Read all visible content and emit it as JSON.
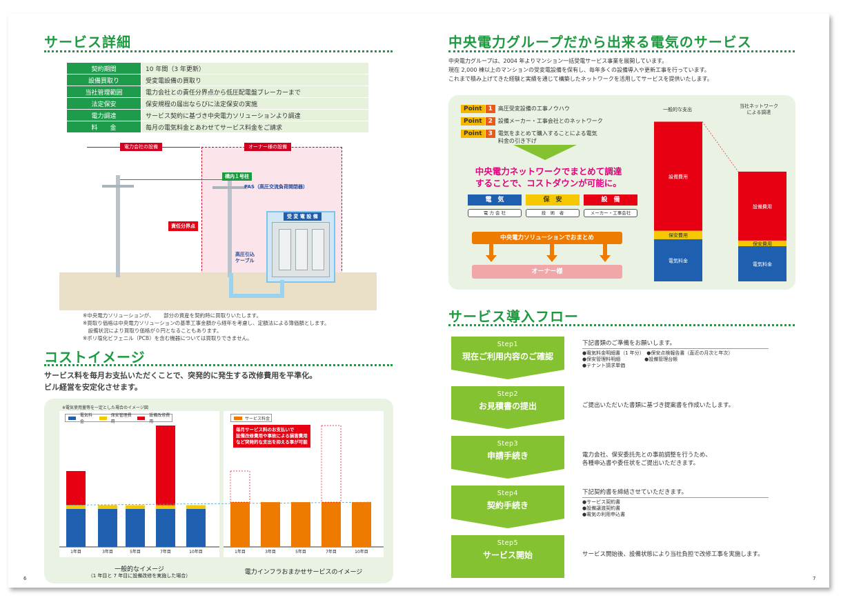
{
  "left": {
    "service_title": "サービス詳細",
    "table": [
      {
        "k": "契約期間",
        "v": "10 年間（3 年更新）"
      },
      {
        "k": "設備買取り",
        "v": "受変電設備の買取り"
      },
      {
        "k": "当社管理範囲",
        "v": "電力会社との責任分界点から低圧配電盤ブレーカーまで"
      },
      {
        "k": "法定保安",
        "v": "保安規程の届出ならびに法定保安の実施"
      },
      {
        "k": "電力調達",
        "v": "サービス契約に基づき中央電力ソリューションより調達"
      },
      {
        "k": "料　　金",
        "v": "毎月の電気料金とあわせてサービス料金をご請求"
      }
    ],
    "diagram": {
      "utility_label": "電力会社の設備",
      "owner_label": "オーナー様の設備",
      "pole_label": "構内１号柱",
      "pas_label": "PAS（高圧交流負荷開閉器）",
      "boundary_label": "責任分界点",
      "cable_label": "高圧引込\nケーブル",
      "substation_label": "受 変 電 設 備"
    },
    "notes": [
      "※中央電力ソリューションが、　　 部分の資産を契約時に買取りいたします。",
      "※買取り価格は中央電力ソリューションの基準工事金額から経年を考慮し、定額法による簿価額とします。",
      "　設備状況により買取り価格が０円となることもあります。",
      "※ポリ塩化ビフェニル（PCB）を含む機器については買取りできません。"
    ],
    "cost_title": "コストイメージ",
    "cost_lede": [
      "サービス料を毎月お支払いただくことで、突発的に発生する改修費用を平準化。",
      "ビル経営を安定化させます。"
    ],
    "cost_note": "※電気使用量等を一定とした場合のイメージ図",
    "legend_left": [
      "電気料金",
      "保安管理費用",
      "設備改修費用"
    ],
    "legend_right": [
      "サービス料金"
    ],
    "callout": "毎月サービス料のお支払いで\n設備改修費用や事故による損害費用\nなど突発的な支出を抑える事が可能",
    "chart_captions": {
      "left": "一般的なイメージ",
      "left_sub": "（1 年目と 7 年目に設備改修を実施した場合）",
      "right": "電力インフラおまかせサービスのイメージ"
    },
    "page_num": "6",
    "colors": {
      "green": "#1d9a3f",
      "blue": "#1f5fb0",
      "yellow": "#f5c800",
      "red": "#e60012",
      "orange": "#ee7b00"
    }
  },
  "chart_data": [
    {
      "type": "bar",
      "stacked": true,
      "categories": [
        "1年目",
        "3年目",
        "5年目",
        "7年目",
        "10年目"
      ],
      "series": [
        {
          "name": "電気料金",
          "values": [
            100,
            100,
            100,
            100,
            100
          ]
        },
        {
          "name": "保安管理費用",
          "values": [
            10,
            10,
            10,
            10,
            10
          ]
        },
        {
          "name": "設備改修費用",
          "values": [
            90,
            0,
            0,
            210,
            0
          ]
        }
      ]
    },
    {
      "type": "bar",
      "categories": [
        "1年目",
        "3年目",
        "5年目",
        "7年目",
        "10年目"
      ],
      "series": [
        {
          "name": "サービス料金",
          "values": [
            118,
            118,
            118,
            118,
            118
          ]
        }
      ]
    },
    {
      "type": "bar",
      "stacked": true,
      "categories": [
        "一般的な支出",
        "当社ネットワークによる調達"
      ],
      "series": [
        {
          "name": "電気料金",
          "values": [
            60,
            50
          ]
        },
        {
          "name": "保安費用",
          "values": [
            12,
            8
          ]
        },
        {
          "name": "設備費用",
          "values": [
            155,
            98
          ]
        }
      ]
    }
  ],
  "right": {
    "title": "中央電力グループだから出来る電気のサービス",
    "intro": [
      "中央電力グループは、2004 年よりマンション一括受電サービス事業を展開しています。",
      "現在 2,000 棟以上のマンションの受変電設備を保有し、毎年多くの設備導入や更新工事を行っています。",
      "これまで積み上げてきた経験と実績を通じて構築したネットワークを活用してサービスを提供いたします。"
    ],
    "points": [
      {
        "badge": "Point",
        "num": "1",
        "text": "高圧受変設備の工事ノウハウ"
      },
      {
        "badge": "Point",
        "num": "2",
        "text": "設備メーカー・工事会社とのネットワーク"
      },
      {
        "badge": "Point",
        "num": "3",
        "text": "電気をまとめて購入することによる電気\n料金の引き下げ"
      }
    ],
    "headline": "中央電力ネットワークでまとめて調達\nすることで、コストダウンが可能に。",
    "cats": [
      {
        "label": "電　気",
        "sub": "電 力 会 社",
        "color": "#1f5fb0",
        "textcolor": "#ffffff"
      },
      {
        "label": "保　安",
        "sub": "技　術　者",
        "color": "#f5c800",
        "textcolor": "#333333"
      },
      {
        "label": "設　備",
        "sub": "メーカー・工事会社",
        "color": "#e60012",
        "textcolor": "#ffffff"
      }
    ],
    "bar_label": "中央電力ソリューションでおまとめ",
    "owner": "オーナー様",
    "compare_head_left": "一般的な支出",
    "compare_head_right": "当社ネットワーク\nによる調達",
    "flow_title": "サービス導入フロー",
    "steps": [
      {
        "title": "Step1",
        "name": "現在ご利用内容のご確認",
        "desc": "下記書類のご準備をお願いします。",
        "items": [
          "●電気料金明細書（1 年分）　●保安点検報告書（直近の月次と年次）",
          "●保安管理料明細　　　　　●設備管理台帳",
          "●テナント請求単価"
        ]
      },
      {
        "title": "Step2",
        "name": "お見積書の提出",
        "desc": "ご提出いただいた書類に基づき提案書を作成いたします。",
        "items": []
      },
      {
        "title": "Step3",
        "name": "申請手続き",
        "desc": "電力会社、保安委託先との事前調整を行うため、\n各種申込書や委任状をご提出いただきます。",
        "items": []
      },
      {
        "title": "Step4",
        "name": "契約手続き",
        "desc": "下記契約書を締結させていただきます。",
        "items": [
          "●サービス契約書",
          "●設備譲渡契約書",
          "●電気の利用申込書"
        ]
      },
      {
        "title": "Step5",
        "name": "サービス開始",
        "desc": "サービス開始後、設備状態により当社負担で改修工事を実施します。",
        "items": []
      }
    ],
    "page_num": "7"
  }
}
